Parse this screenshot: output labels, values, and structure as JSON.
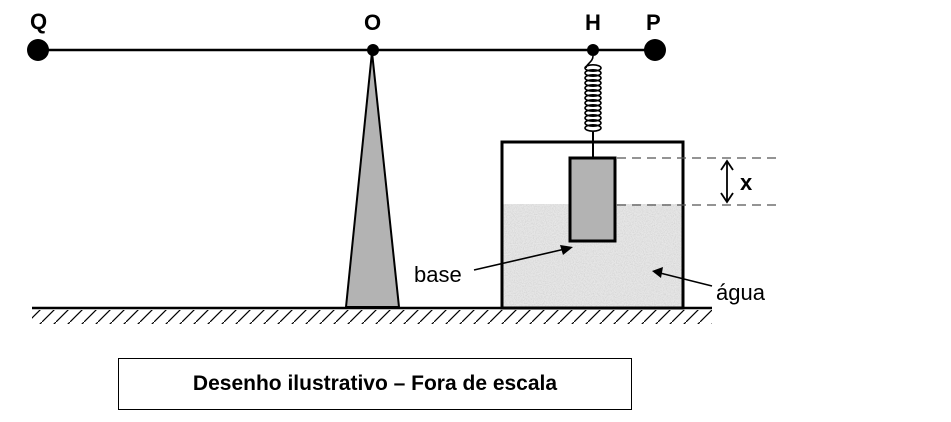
{
  "labels": {
    "point_q": "Q",
    "point_o": "O",
    "point_h": "H",
    "point_p": "P",
    "displacement": "x",
    "base": "base",
    "water": "água"
  },
  "caption": "Desenho ilustrativo – Fora de escala",
  "colors": {
    "ink": "#000000",
    "support_fill": "#b3b3b3",
    "block_fill": "#b3b3b3",
    "water_fill": "#e6e6e6",
    "dashed": "#555555"
  }
}
